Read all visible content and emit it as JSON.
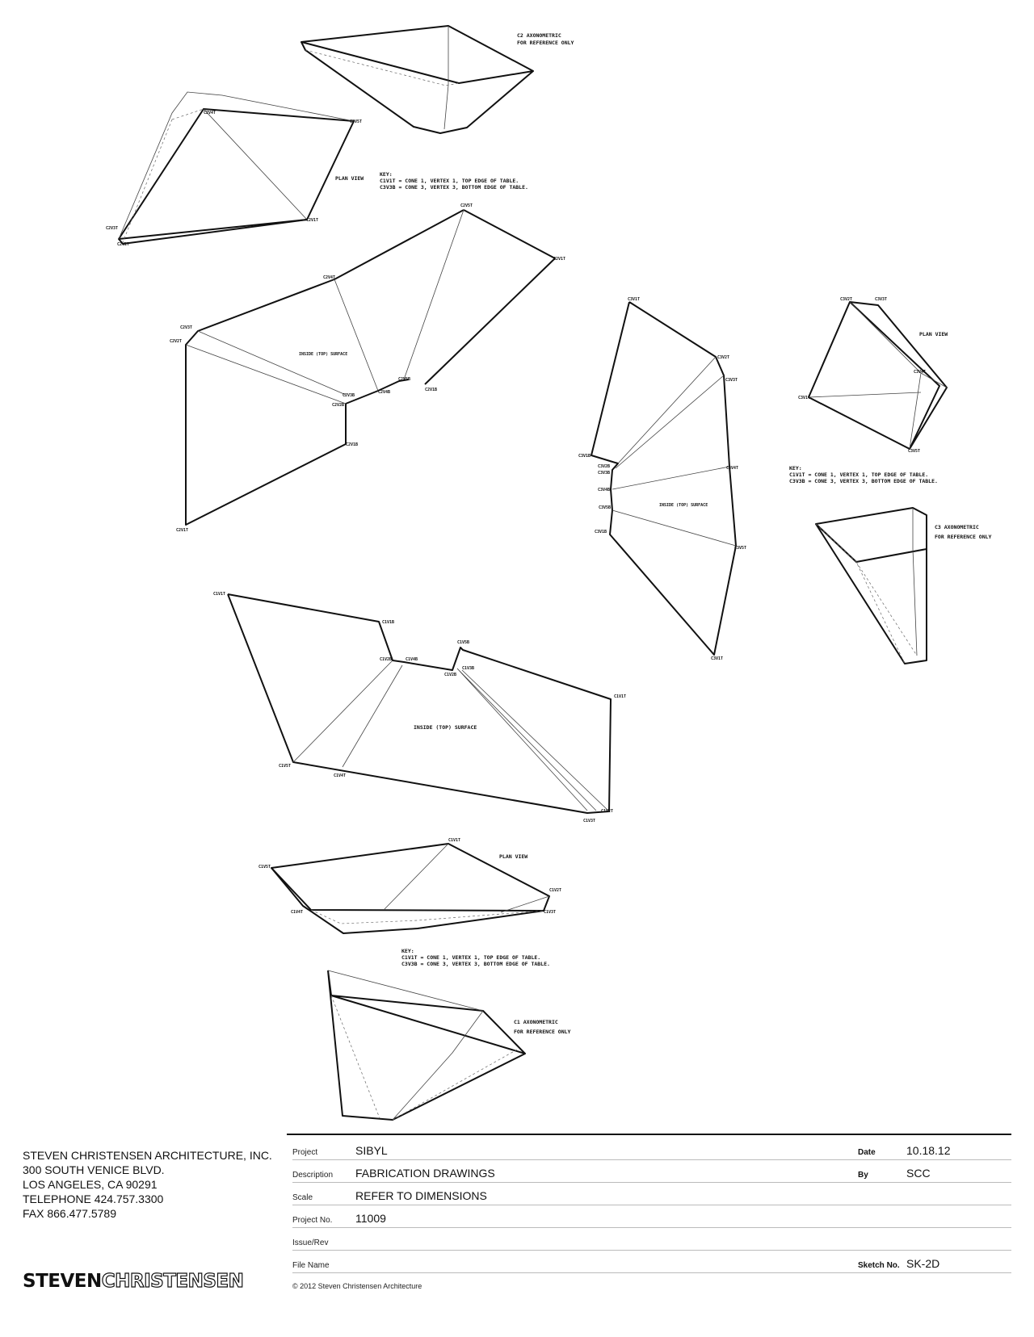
{
  "drawing": {
    "c2_axo_label": [
      "C2 AXONOMETRIC",
      "FOR REFERENCE ONLY"
    ],
    "c2_plan_label": "PLAN VIEW",
    "key_1": [
      "KEY:",
      "C1V1T = CONE 1, VERTEX 1, TOP EDGE OF TABLE.",
      "C3V3B = CONE 3, VERTEX 3, BOTTOM EDGE OF TABLE."
    ],
    "c2_surface_label": "INSIDE (TOP) SURFACE",
    "c3_plan_label": "PLAN VIEW",
    "key_2": [
      "KEY:",
      "C1V1T = CONE 1, VERTEX 1, TOP EDGE OF TABLE.",
      "C3V3B = CONE 3, VERTEX 3, BOTTOM EDGE OF TABLE."
    ],
    "c3_axo_label": [
      "C3 AXONOMETRIC",
      "FOR REFERENCE ONLY"
    ],
    "c3_surface_label": "INSIDE (TOP) SURFACE",
    "c1_surface_label": "INSIDE (TOP) SURFACE",
    "c1_plan_label": "PLAN VIEW",
    "key_3": [
      "KEY:",
      "C1V1T = CONE 1, VERTEX 1, TOP EDGE OF TABLE.",
      "C3V3B = CONE 3, VERTEX 3, BOTTOM EDGE OF TABLE."
    ],
    "c1_axo_label": [
      "C1 AXONOMETRIC",
      "FOR REFERENCE ONLY"
    ],
    "vertex_labels": {
      "c2_plan": [
        "C2V4T",
        "C2V5T",
        "C2V1T",
        "C2V3T",
        "C2V2T"
      ],
      "c2_surface": [
        "C2V5T",
        "C2V1T",
        "C2V4T",
        "C2V3T",
        "C2V2T",
        "C2V5B",
        "C2V1B",
        "C2V4B",
        "C2V3B",
        "C2V2B",
        "C2V1B",
        "C2V1T"
      ],
      "c3_surface": [
        "C3V1T",
        "C3V2T",
        "C3V3T",
        "C3V1B",
        "C3V2B",
        "C3V3B",
        "C3V4B",
        "C3V5B",
        "C3V1B",
        "C3V4T",
        "C3V5T",
        "C3V1T"
      ],
      "c3_plan": [
        "C3V2T",
        "C3V3T",
        "C3V4T",
        "C3V1T",
        "C3V5T"
      ],
      "c1_surface": [
        "C1V1T",
        "C1V1B",
        "C1V2B",
        "C1V4B",
        "C1V5B",
        "C1V3B",
        "C1V2B",
        "C1V1T",
        "C1V5T",
        "C1V4T",
        "C1V2T",
        "C1V3T"
      ],
      "c1_plan": [
        "C1V1T",
        "C1V5T",
        "C1V4T",
        "C1V2T",
        "C1V3T"
      ]
    }
  },
  "titleblock": {
    "firm": [
      "STEVEN CHRISTENSEN ARCHITECTURE, INC.",
      "300 SOUTH VENICE BLVD.",
      "LOS ANGELES, CA 90291",
      "TELEPHONE 424.757.3300",
      "FAX 866.477.5789"
    ],
    "logo_bold": "STEVEN",
    "logo_outline": "CHRISTENSEN",
    "rows": {
      "project": {
        "label": "Project",
        "value": "SIBYL"
      },
      "description": {
        "label": "Description",
        "value": "FABRICATION DRAWINGS"
      },
      "scale": {
        "label": "Scale",
        "value": "REFER TO DIMENSIONS"
      },
      "project_no": {
        "label": "Project No.",
        "value": "11009"
      },
      "issue_rev": {
        "label": "Issue/Rev",
        "value": ""
      },
      "file_name": {
        "label": "File Name",
        "value": ""
      }
    },
    "date": {
      "label": "Date",
      "value": "10.18.12"
    },
    "by": {
      "label": "By",
      "value": "SCC"
    },
    "sketch_no": {
      "label": "Sketch No.",
      "value": "SK-2D"
    },
    "copyright": "© 2012 Steven Christensen Architecture"
  }
}
